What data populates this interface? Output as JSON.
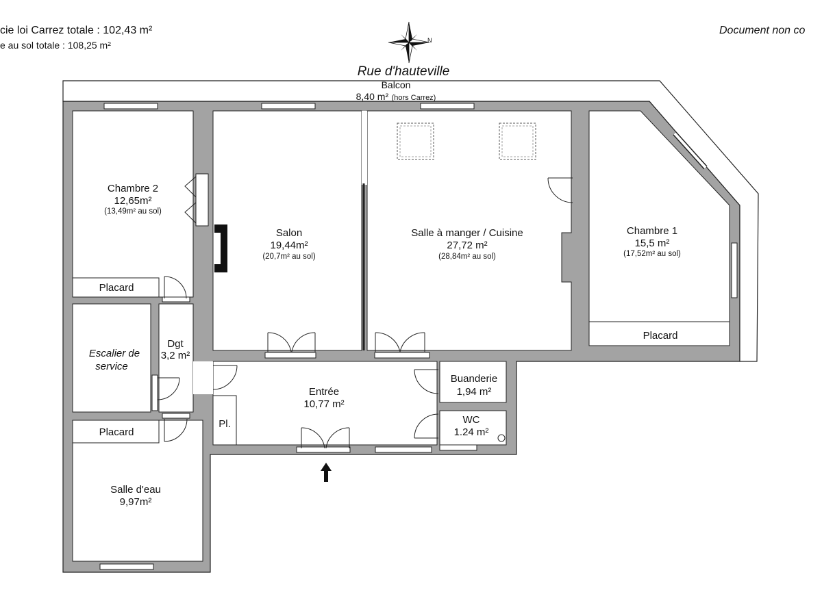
{
  "header": {
    "carrez_total": "cie loi Carrez totale :  102,43 m²",
    "sol_total": "e au sol totale :  108,25 m²",
    "disclaimer": "Document non co"
  },
  "compass": {
    "north_letter": "N"
  },
  "street": "Rue d'hauteville",
  "balcony": {
    "name": "Balcon",
    "area": "8,40 m²",
    "note": "(hors Carrez)"
  },
  "rooms": {
    "chambre2": {
      "name": "Chambre 2",
      "area": "12,65m²",
      "floor": "(13,49m² au sol)"
    },
    "placard1": {
      "name": "Placard"
    },
    "escalier": {
      "line1": "Escalier de",
      "line2": "service"
    },
    "dgt": {
      "name": "Dgt",
      "area": "3,2 m²"
    },
    "placard2": {
      "name": "Placard"
    },
    "salle_eau": {
      "name": "Salle d'eau",
      "area": "9,97m²"
    },
    "salon": {
      "name": "Salon",
      "area": "19,44m²",
      "floor": "(20,7m² au sol)"
    },
    "sam_cuisine": {
      "name": "Salle à manger / Cuisine",
      "area": "27,72 m²",
      "floor": "(28,84m² au sol)"
    },
    "chambre1": {
      "name": "Chambre 1",
      "area": "15,5 m²",
      "floor": "(17,52m² au sol)"
    },
    "placard3": {
      "name": "Placard"
    },
    "entree": {
      "name": "Entrée",
      "area": "10,77 m²"
    },
    "placard_entree": {
      "name": "Pl."
    },
    "buanderie": {
      "name": "Buanderie",
      "area": "1,94 m²"
    },
    "wc": {
      "name": "WC",
      "area": "1.24 m²"
    }
  },
  "colors": {
    "wall": "#a3a3a3",
    "wall_stroke": "#222222",
    "room": "#ffffff",
    "window": "#ffffff",
    "line": "#1a1a1a"
  }
}
